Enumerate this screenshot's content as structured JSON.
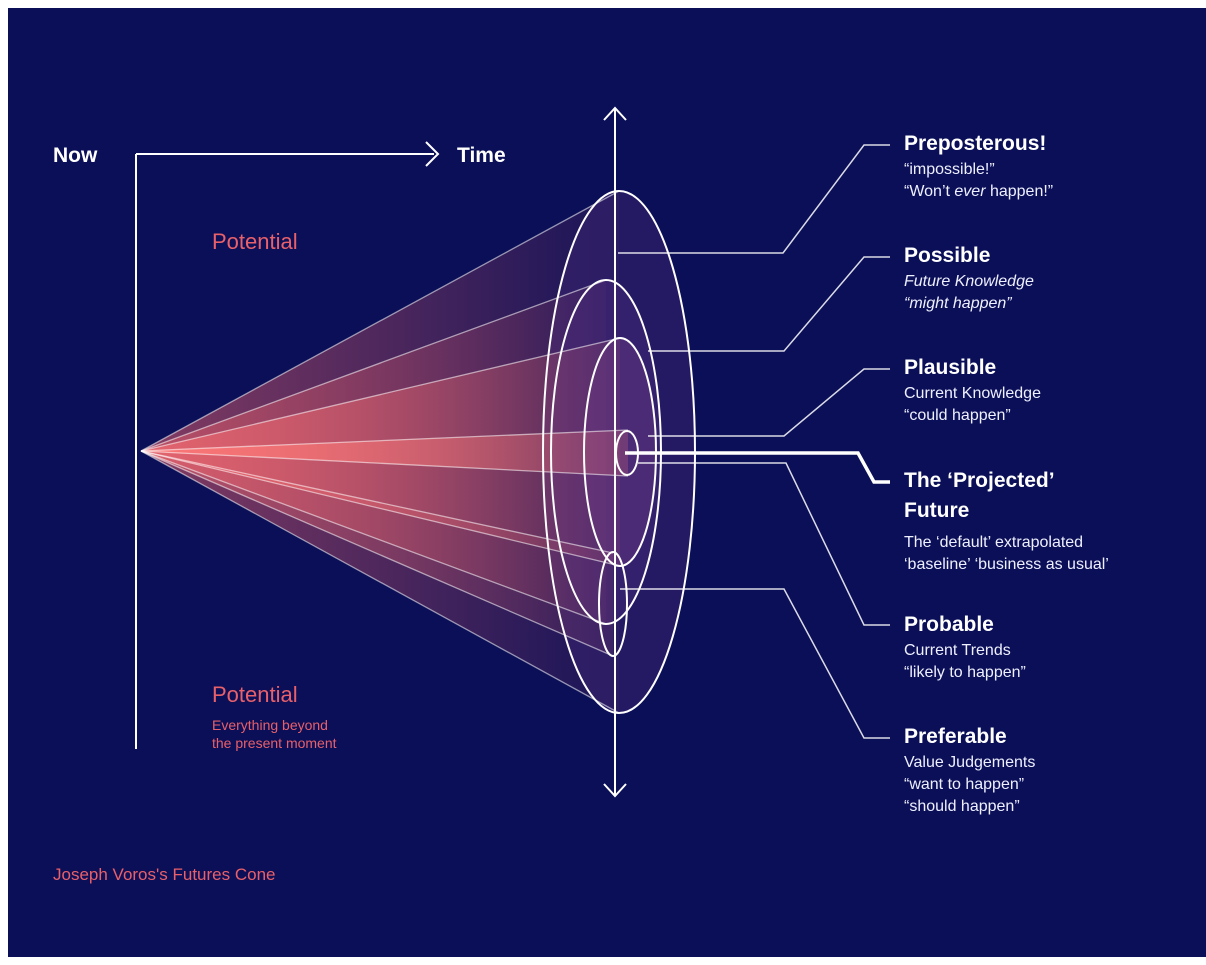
{
  "axis": {
    "now": "Now",
    "time": "Time"
  },
  "potential_top": "Potential",
  "potential_bottom": {
    "title": "Potential",
    "line1": "Everything beyond",
    "line2": "the present moment"
  },
  "credit": "Joseph Voros's Futures Cone",
  "categories": [
    {
      "id": "preposterous",
      "title": "Preposterous!",
      "line1": "“impossible!”",
      "line2_pre": "“Won’t ",
      "line2_em": "ever",
      "line2_post": " happen!”"
    },
    {
      "id": "possible",
      "title": "Possible",
      "line1": "Future Knowledge",
      "line2": "“might happen”"
    },
    {
      "id": "plausible",
      "title": "Plausible",
      "line1": "Current Knowledge",
      "line2": "“could happen”"
    },
    {
      "id": "projected",
      "title_line1": "The ‘Projected’",
      "title_line2": "Future",
      "line1": "The ‘default’ extrapolated",
      "line2": "‘baseline’ ‘business as usual’"
    },
    {
      "id": "probable",
      "title": "Probable",
      "line1": "Current Trends",
      "line2": "“likely to happen”"
    },
    {
      "id": "preferable",
      "title": "Preferable",
      "line1": "Value Judgements",
      "line2": "“want to happen”",
      "line3": "“should happen”"
    }
  ],
  "colors": {
    "background": "#0b0f57",
    "accent": "#e8606a",
    "line": "#ffffff"
  }
}
